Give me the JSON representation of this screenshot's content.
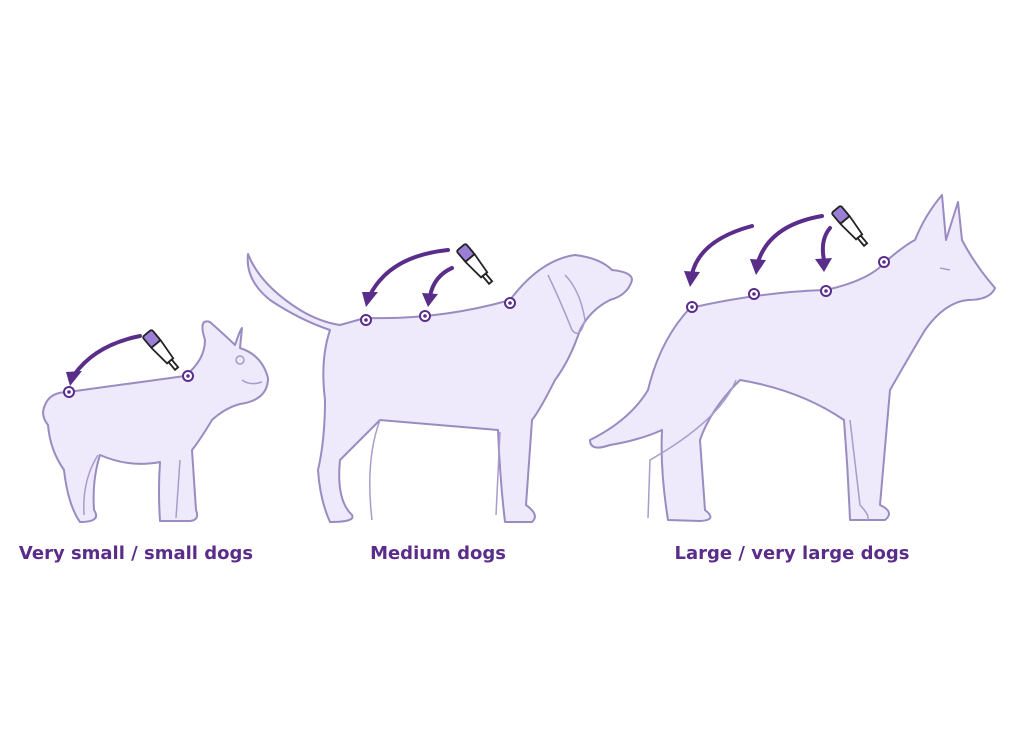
{
  "groups": [
    {
      "label": "Very small / small dogs",
      "application_spots": 2
    },
    {
      "label": "Medium dogs",
      "application_spots": 3
    },
    {
      "label": "Large / very large dogs",
      "application_spots": 4
    }
  ],
  "colors": {
    "label": "#5a2d8a",
    "arrow": "#5a2d8a",
    "dog_fill": "#eeeafb",
    "dog_outline": "#9a8cc0",
    "pipette_tip": "#9b7fd6"
  }
}
